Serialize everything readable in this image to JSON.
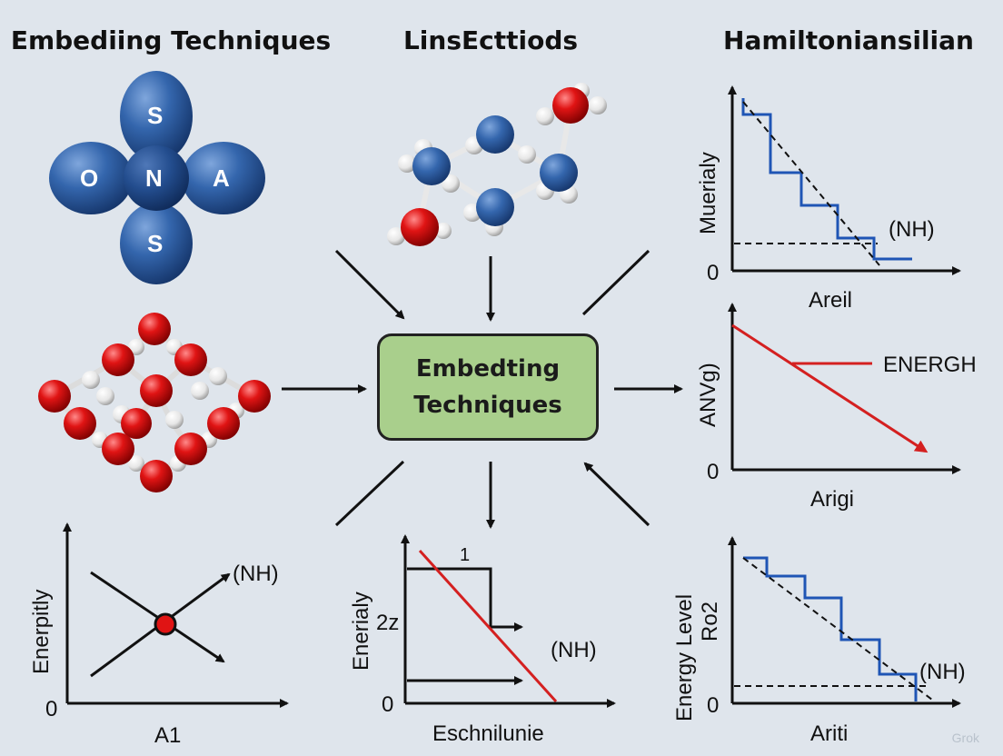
{
  "headings": {
    "left": "Embediing Techniques",
    "center": "LinsEcttiods",
    "right": "Hamiltoniansilian"
  },
  "center_box": {
    "line1": "Embedting",
    "line2": "Techniques"
  },
  "molecule_letters": {
    "top": "S",
    "left": "O",
    "center": "N",
    "right": "A",
    "bottom": "S"
  },
  "chart_data": [
    {
      "type": "line",
      "ylabel": "Muerialy",
      "xlabel": "Areil",
      "y_origin_label": "0",
      "annotation": "(NH)",
      "series": [
        {
          "style": "step",
          "color": "#1f55b5"
        },
        {
          "style": "dashed",
          "color": "#111111"
        }
      ]
    },
    {
      "type": "line",
      "ylabel": "ANVg)",
      "xlabel": "Arigi",
      "y_origin_label": "0",
      "annotation": "ENERGH",
      "series": [
        {
          "style": "solid-arrow",
          "color": "#d42020"
        }
      ]
    },
    {
      "type": "line",
      "ylabel": "Energy Level",
      "ylabel2": "Rо2",
      "xlabel": "Ariti",
      "y_origin_label": "0",
      "annotation": "(NH)",
      "series": [
        {
          "style": "step",
          "color": "#1f55b5"
        },
        {
          "style": "dashed",
          "color": "#111111"
        }
      ]
    },
    {
      "type": "line",
      "ylabel": "Enerpitly",
      "xlabel": "A1",
      "y_origin_label": "0",
      "annotation": "(NH)",
      "series": [
        {
          "style": "cross",
          "color": "#111111"
        }
      ]
    },
    {
      "type": "line",
      "ylabel": "Enerialy",
      "ylabel2": "2z",
      "xlabel": "Eschnilunie",
      "y_origin_label": "0",
      "annotation": "(NH)",
      "annotation_top": "1",
      "series": [
        {
          "style": "solid",
          "color": "#d42020"
        },
        {
          "style": "step",
          "color": "#111111"
        }
      ]
    }
  ],
  "colors": {
    "background": "#dfe5ec",
    "blue_atom": "#2f63a8",
    "red_atom": "#d20f0f",
    "white_atom": "#f2f2f2",
    "center_box": "#a9cf8c",
    "step_line": "#1f55b5",
    "red_line": "#d42020"
  },
  "watermark": "Grok"
}
